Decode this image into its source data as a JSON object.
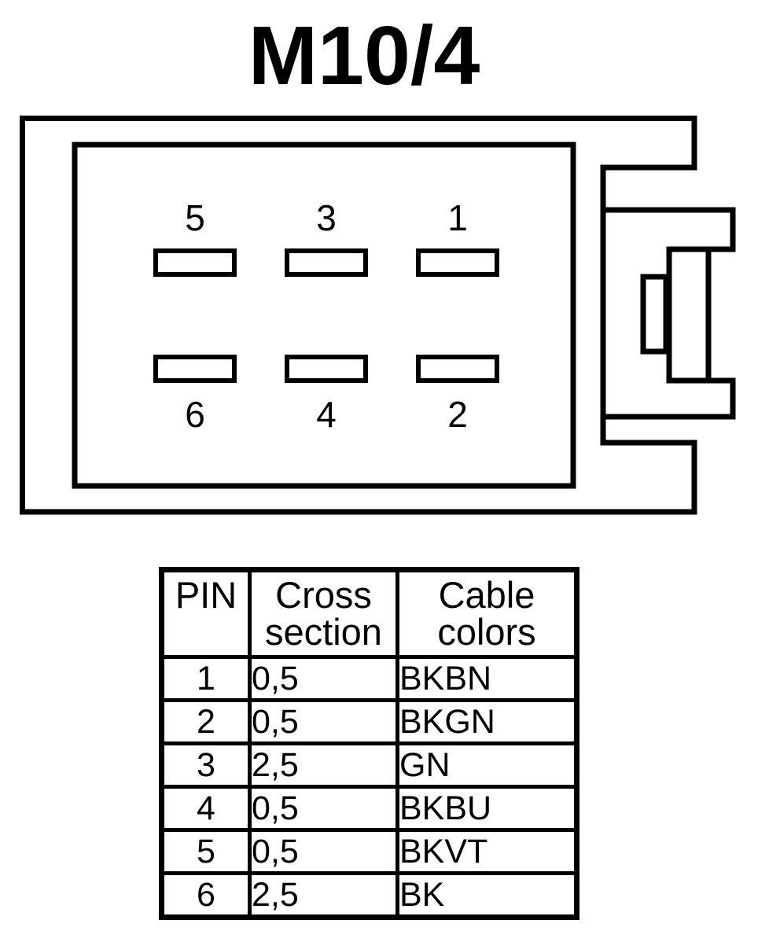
{
  "title": "M10/4",
  "connector": {
    "pin_labels_top": [
      "5",
      "3",
      "1"
    ],
    "pin_labels_bottom": [
      "6",
      "4",
      "2"
    ]
  },
  "table": {
    "headers": [
      "PIN",
      "Cross section",
      "Cable colors"
    ],
    "rows": [
      {
        "pin": "1",
        "cross_section": "0,5",
        "cable_colors": "BKBN"
      },
      {
        "pin": "2",
        "cross_section": "0,5",
        "cable_colors": "BKGN"
      },
      {
        "pin": "3",
        "cross_section": "2,5",
        "cable_colors": "GN"
      },
      {
        "pin": "4",
        "cross_section": "0,5",
        "cable_colors": "BKBU"
      },
      {
        "pin": "5",
        "cross_section": "0,5",
        "cable_colors": "BKVT"
      },
      {
        "pin": "6",
        "cross_section": "2,5",
        "cable_colors": "BK"
      }
    ]
  },
  "colors": {
    "line": "#000000",
    "background": "#ffffff"
  }
}
